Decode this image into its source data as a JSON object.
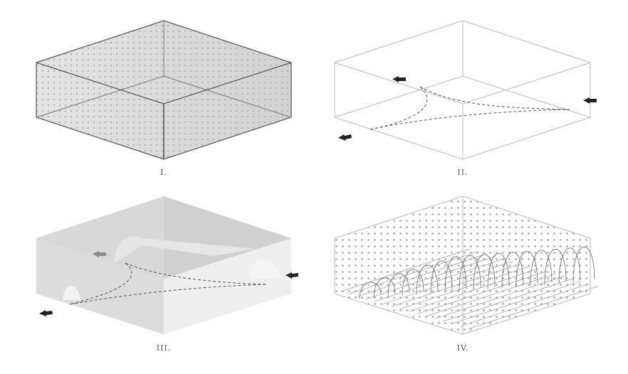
{
  "panels": [
    {
      "label": "I."
    },
    {
      "label": "II."
    },
    {
      "label": "III."
    },
    {
      "label": "IV."
    }
  ],
  "colors": {
    "edge": "#555555",
    "light_edge": "#bbbbbb",
    "arrow": "#222222",
    "face": "#e2e2e2"
  }
}
